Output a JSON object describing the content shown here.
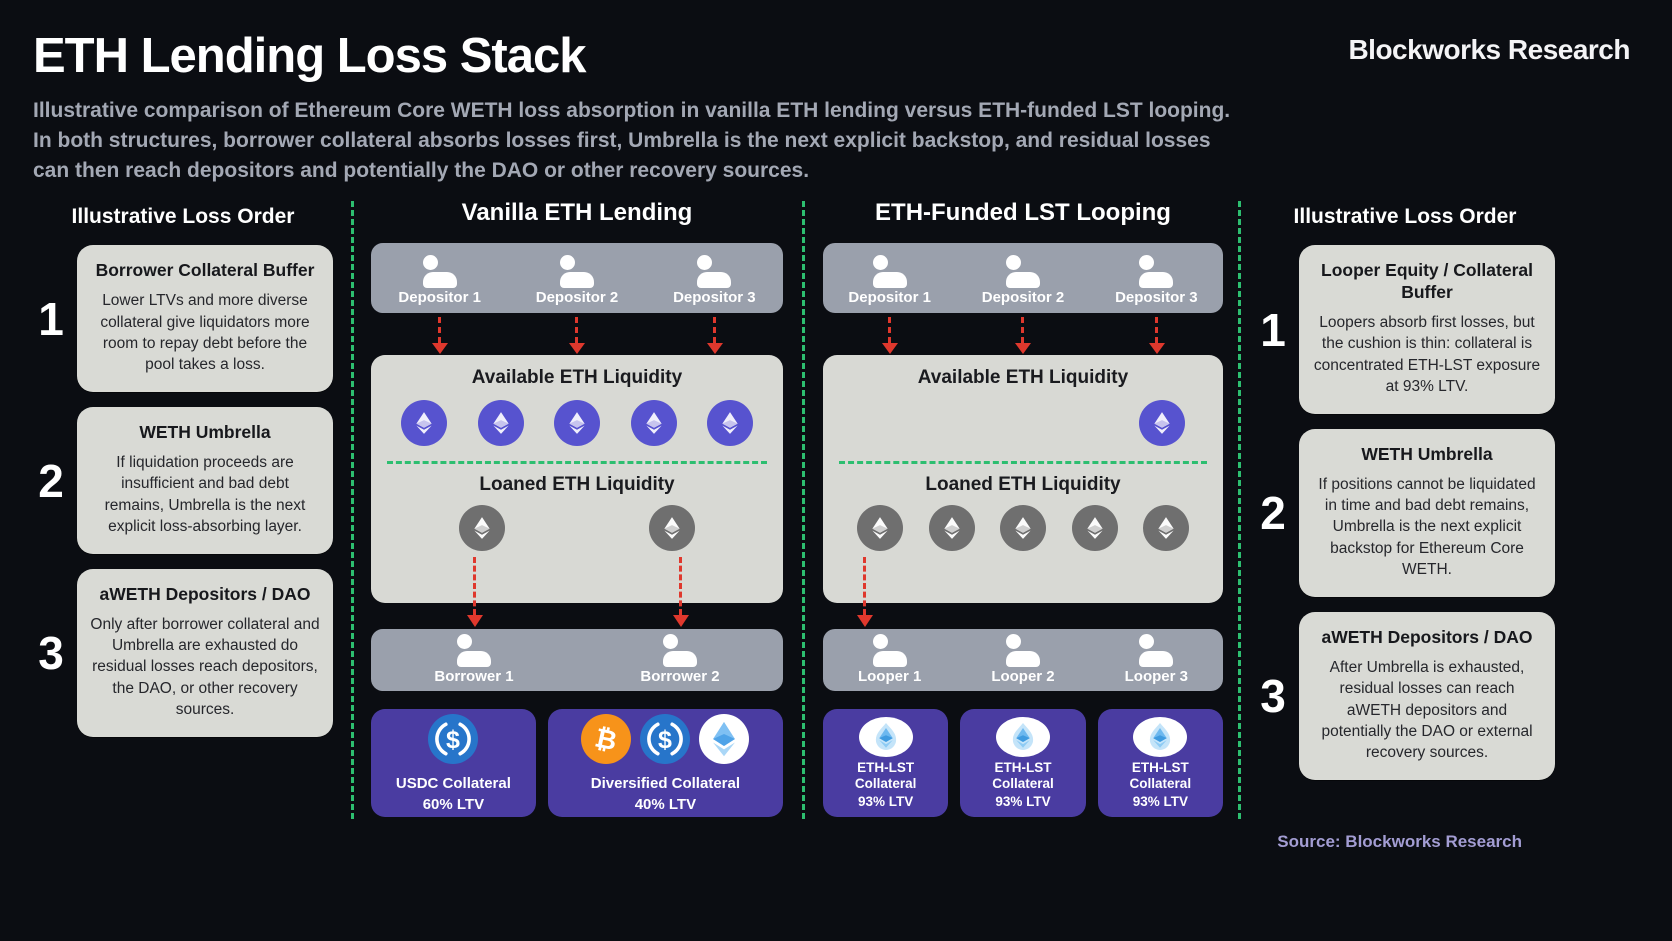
{
  "header": {
    "title": "ETH Lending Loss Stack",
    "brand": "Blockworks Research",
    "subtitle_lines": [
      "Illustrative comparison of Ethereum Core WETH loss absorption in vanilla ETH lending versus ETH-funded LST looping.",
      "In both structures, borrower collateral absorbs losses first, Umbrella is the next explicit backstop, and residual losses",
      "can then reach depositors and potentially the DAO or other recovery sources."
    ]
  },
  "left_loss_order": {
    "heading": "Illustrative Loss Order",
    "items": [
      {
        "number": "1",
        "title": "Borrower Collateral Buffer",
        "body": "Lower LTVs and more diverse collateral give liquidators more room to repay debt before the pool takes a loss."
      },
      {
        "number": "2",
        "title": "WETH Umbrella",
        "body": "If liquidation proceeds are insufficient and bad debt remains, Umbrella is the next explicit loss-absorbing layer."
      },
      {
        "number": "3",
        "title": "aWETH Depositors / DAO",
        "body": "Only after borrower collateral and Umbrella are exhausted do residual losses reach depositors, the DAO, or other recovery sources."
      }
    ]
  },
  "vanilla": {
    "heading": "Vanilla ETH Lending",
    "depositors": [
      "Depositor 1",
      "Depositor 2",
      "Depositor 3"
    ],
    "available_label": "Available ETH Liquidity",
    "available_coin_count": 5,
    "loaned_label": "Loaned ETH Liquidity",
    "loaned_coin_count": 2,
    "borrowers": [
      "Borrower 1",
      "Borrower 2"
    ],
    "collateral": [
      {
        "title": "USDC Collateral",
        "ltv": "60% LTV",
        "icons": [
          "usdc-icon"
        ]
      },
      {
        "title": "Diversified Collateral",
        "ltv": "40% LTV",
        "icons": [
          "btc-icon",
          "usdc-icon",
          "eth-icon"
        ]
      }
    ]
  },
  "looping": {
    "heading": "ETH-Funded LST Looping",
    "depositors": [
      "Depositor 1",
      "Depositor 2",
      "Depositor 3"
    ],
    "available_label": "Available ETH Liquidity",
    "available_coin_count": 1,
    "loaned_label": "Loaned ETH Liquidity",
    "loaned_coin_count": 5,
    "loopers": [
      "Looper 1",
      "Looper 2",
      "Looper 3"
    ],
    "collateral": [
      {
        "title": "ETH-LST Collateral",
        "ltv": "93% LTV",
        "icons": [
          "lst-icon"
        ]
      },
      {
        "title": "ETH-LST Collateral",
        "ltv": "93% LTV",
        "icons": [
          "lst-icon"
        ]
      },
      {
        "title": "ETH-LST Collateral",
        "ltv": "93% LTV",
        "icons": [
          "lst-icon"
        ]
      }
    ]
  },
  "right_loss_order": {
    "heading": "Illustrative Loss Order",
    "items": [
      {
        "number": "1",
        "title": "Looper Equity / Collateral Buffer",
        "body": "Loopers absorb first losses, but the cushion is thin: collateral is concentrated ETH-LST exposure at 93% LTV."
      },
      {
        "number": "2",
        "title": "WETH Umbrella",
        "body": "If positions cannot be liquidated in time and bad debt remains, Umbrella is the next explicit backstop for Ethereum Core WETH."
      },
      {
        "number": "3",
        "title": "aWETH Depositors / DAO",
        "body": "After Umbrella is exhausted, residual losses can reach aWETH depositors and potentially the DAO or external recovery sources."
      }
    ]
  },
  "footer": {
    "source": "Source: Blockworks Research"
  },
  "colors": {
    "background": "#0b0d12",
    "card_gray": "#d8d9d4",
    "actor_row_gray": "#9aa0ac",
    "collateral_purple": "#4a3ca1",
    "eth_coin_purple": "#5753cf",
    "eth_coin_gray": "#6f6f6f",
    "divider_green": "#2dbe70",
    "arrow_red": "#df382d",
    "usdc_blue": "#2775ca",
    "btc_orange": "#f7931a",
    "subtitle_gray": "#a3a8b4",
    "source_purple": "#a39dd3"
  }
}
